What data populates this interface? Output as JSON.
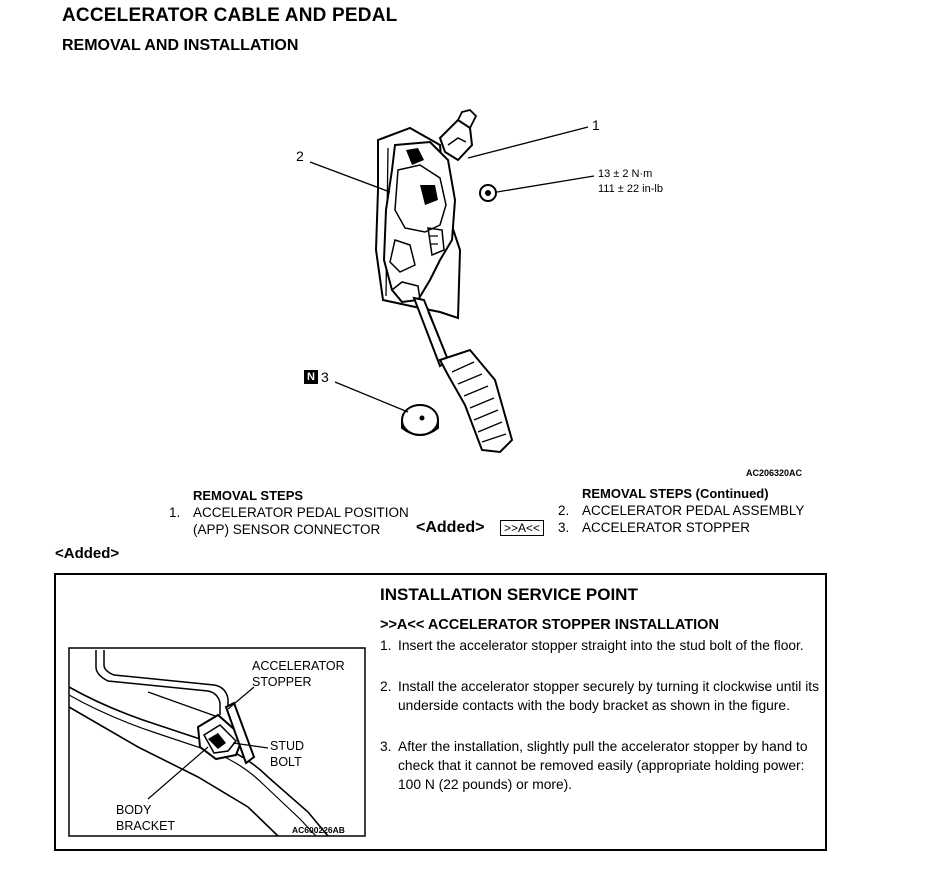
{
  "header": {
    "title": "ACCELERATOR CABLE AND PEDAL",
    "subtitle": "REMOVAL AND INSTALLATION"
  },
  "figure1": {
    "callouts": {
      "c1": "1",
      "c2": "2",
      "c3": "3",
      "n_badge": "N"
    },
    "torque_line1": "13 ± 2 N·m",
    "torque_line2": "111 ± 22 in-lb",
    "figure_code": "AC206320AC"
  },
  "removal_steps": {
    "heading": "REMOVAL STEPS",
    "step1_num": "1.",
    "step1_line1": "ACCELERATOR PEDAL POSITION",
    "step1_line2": "(APP) SENSOR CONNECTOR",
    "added_tag": "<Added>",
    "ref_tag": ">>A<<",
    "heading_cont": "REMOVAL STEPS (Continued)",
    "step2_num": "2.",
    "step2_text": "ACCELERATOR PEDAL ASSEMBLY",
    "step3_num": "3.",
    "step3_text": "ACCELERATOR STOPPER"
  },
  "added_label": "<Added>",
  "service_point": {
    "title": "INSTALLATION SERVICE POINT",
    "subtitle": ">>A<< ACCELERATOR STOPPER INSTALLATION",
    "items": [
      {
        "num": "1.",
        "text": "Insert the accelerator stopper straight into the stud bolt of the floor."
      },
      {
        "num": "2.",
        "text": "Install the accelerator stopper securely by turning it clockwise until its underside contacts with the body bracket as shown in the figure."
      },
      {
        "num": "3.",
        "text": "After the installation, slightly pull the accelerator stopper by hand to check that it cannot be removed easily (appropriate holding power: 100 N (22 pounds) or more)."
      }
    ],
    "figure": {
      "label_stopper_1": "ACCELERATOR",
      "label_stopper_2": "STOPPER",
      "label_stud_1": "STUD",
      "label_stud_2": "BOLT",
      "label_body_1": "BODY",
      "label_body_2": "BRACKET",
      "figure_code": "AC600226AB"
    }
  }
}
